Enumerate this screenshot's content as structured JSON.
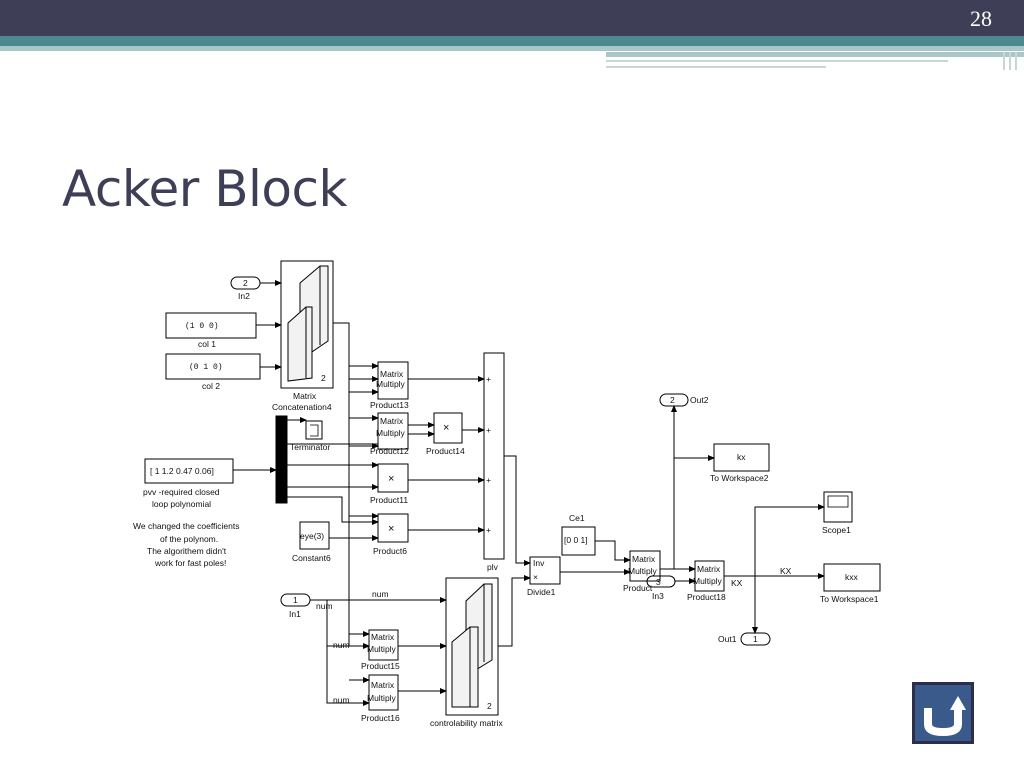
{
  "slide": {
    "number": "28",
    "title": "Acker Block"
  },
  "blocks": {
    "in2": {
      "port": "2",
      "label": "In2"
    },
    "col1": {
      "value": "(1   0   0)",
      "label": "col 1"
    },
    "col2": {
      "value": "(0   1   0)",
      "label": "col 2"
    },
    "concat4": {
      "port": "2",
      "label_line1": "Matrix",
      "label_line2": "Concatenation4"
    },
    "product13": {
      "text1": "Matrix",
      "text2": "Multiply",
      "label": "Product13"
    },
    "product12": {
      "text1": "Matrix",
      "text2": "Multiply",
      "label": "Product12"
    },
    "product14": {
      "symbol": "×",
      "label": "Product14"
    },
    "terminator": {
      "label": "Terminator"
    },
    "pvv_const": {
      "value": "[ 1 1.2 0.47 0.06]"
    },
    "pvv_note": {
      "line1": "pvv -required closed",
      "line2": "loop polynomial"
    },
    "coeff_note": {
      "line1": "We changed the coefficients",
      "line2": "of the polynom.",
      "line3": "The algorithem didn't",
      "line4": "work for fast poles!"
    },
    "product11": {
      "symbol": "×",
      "label": "Product11"
    },
    "constant6": {
      "value": "eye(3)",
      "label": "Constant6"
    },
    "product6": {
      "symbol": "×",
      "label": "Product6"
    },
    "plv": {
      "label": "plv",
      "port_sign": "+"
    },
    "ce1": {
      "value": "[0 0 1]",
      "label": "Ce1"
    },
    "divide1": {
      "text1": "Inv",
      "text2": "×",
      "label": "Divide1"
    },
    "product_mid": {
      "text1": "Matrix",
      "text2": "Multiply",
      "label": "Product"
    },
    "in3": {
      "port": "3",
      "label": "In3"
    },
    "out2": {
      "port": "2",
      "label": "Out2"
    },
    "ws2": {
      "value": "kx",
      "label": "To Workspace2"
    },
    "product18": {
      "text1": "Matrix",
      "text2": "Multiply",
      "label": "Product18",
      "out_label": "KX"
    },
    "scope1": {
      "label": "Scope1"
    },
    "kx_line": {
      "label": "KX"
    },
    "ws1": {
      "value": "kxx",
      "label": "To Workspace1"
    },
    "out1": {
      "port": "1",
      "label": "Out1"
    },
    "in1": {
      "port": "1",
      "label": "In1",
      "signal": "num"
    },
    "num_line": {
      "label": "num"
    },
    "product15": {
      "text1": "Matrix",
      "text2": "Multiply",
      "label": "Product15",
      "in_label": "num"
    },
    "product16": {
      "text1": "Matrix",
      "text2": "Multiply",
      "label": "Product16",
      "in_label": "num"
    },
    "ctrl_matrix": {
      "port": "2",
      "label": "controlability matrix"
    }
  },
  "nav": {
    "icon": "return-arrow-icon"
  },
  "colors": {
    "topbar": "#3e3f57",
    "teal": "#4a8a8f",
    "title": "#3e3f57",
    "button": "#3a5a8c"
  }
}
